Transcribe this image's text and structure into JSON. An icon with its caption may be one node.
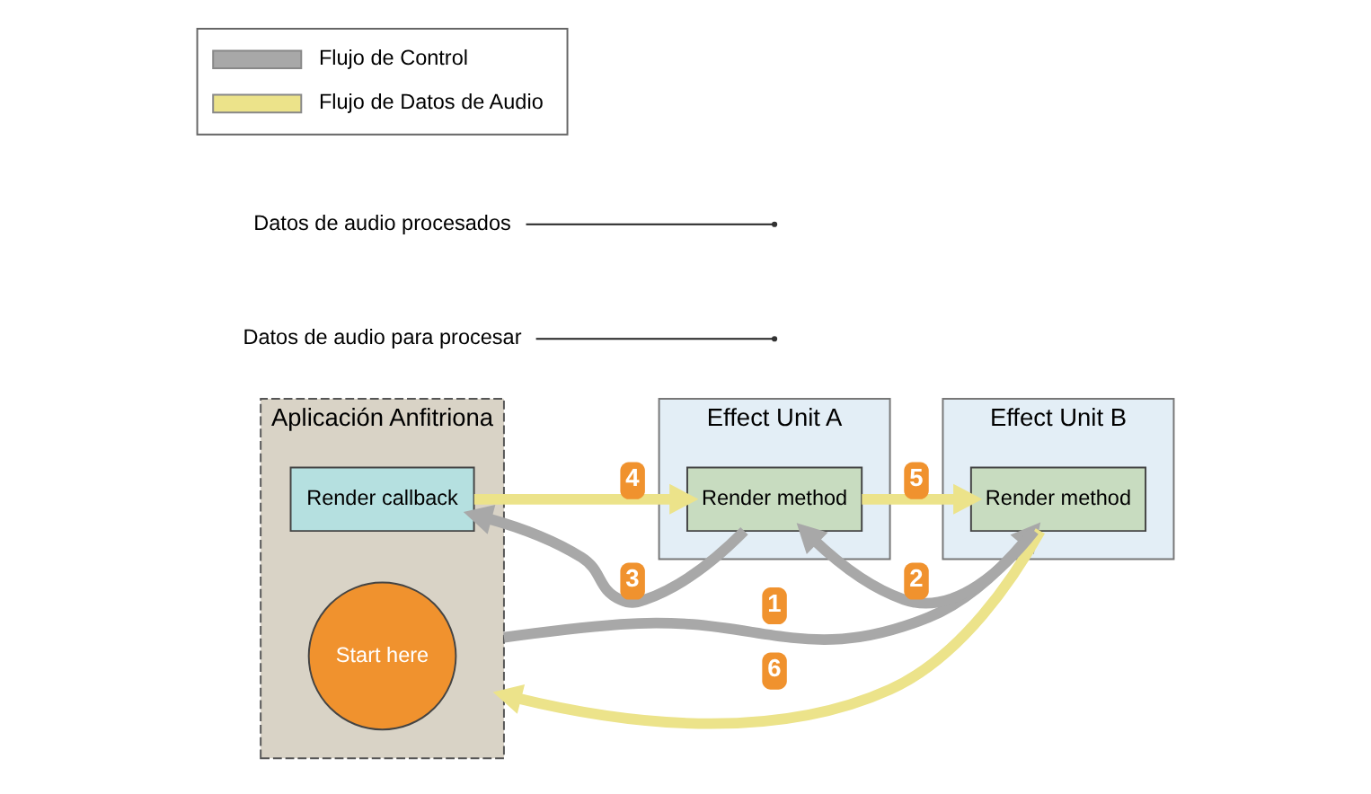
{
  "diagram": {
    "nodes": [
      {
        "text": [
          "Aplicación Anfitriona"
        ]
      },
      {
        "text": [
          "Render callback"
        ],
        "in": 0
      },
      {
        "text": [
          "Start here"
        ],
        "in": 0
      },
      {
        "text": [
          "Effect Unit A"
        ]
      },
      {
        "text": [
          "Render method"
        ],
        "in": 3
      },
      {
        "text": [
          "Effect Unit B"
        ]
      },
      {
        "text": [
          "Render method"
        ],
        "in": 5
      },
      {
        "text": [
          "Datos de audio para procesar"
        ]
      },
      {
        "text": [
          "Datos de audio procesados"
        ]
      }
    ],
    "edges": [
      {
        "from": 0,
        "to": 6,
        "arrow": "to",
        "label": "1",
        "color": "#a8a8a8"
      },
      {
        "from": 6,
        "to": 4,
        "arrow": "to",
        "label": "2",
        "color": "#a8a8a8"
      },
      {
        "from": 4,
        "to": 1,
        "arrow": "to",
        "label": "3",
        "color": "#a8a8a8"
      },
      {
        "from": 1,
        "to": 4,
        "arrow": "to",
        "label": "4",
        "color": "#ece38a"
      },
      {
        "from": 4,
        "to": 6,
        "arrow": "to",
        "label": "5",
        "color": "#ece38a"
      },
      {
        "from": 6,
        "to": 0,
        "arrow": "to",
        "label": "6",
        "color": "#ece38a"
      },
      {
        "from": 7,
        "to": null,
        "arrow": "none",
        "color": "#222222"
      },
      {
        "from": 8,
        "to": null,
        "arrow": "none",
        "color": "#222222"
      }
    ],
    "legend": [
      {
        "text": "Flujo de Control"
      },
      {
        "text": "Flujo de Datos de Audio"
      }
    ]
  }
}
